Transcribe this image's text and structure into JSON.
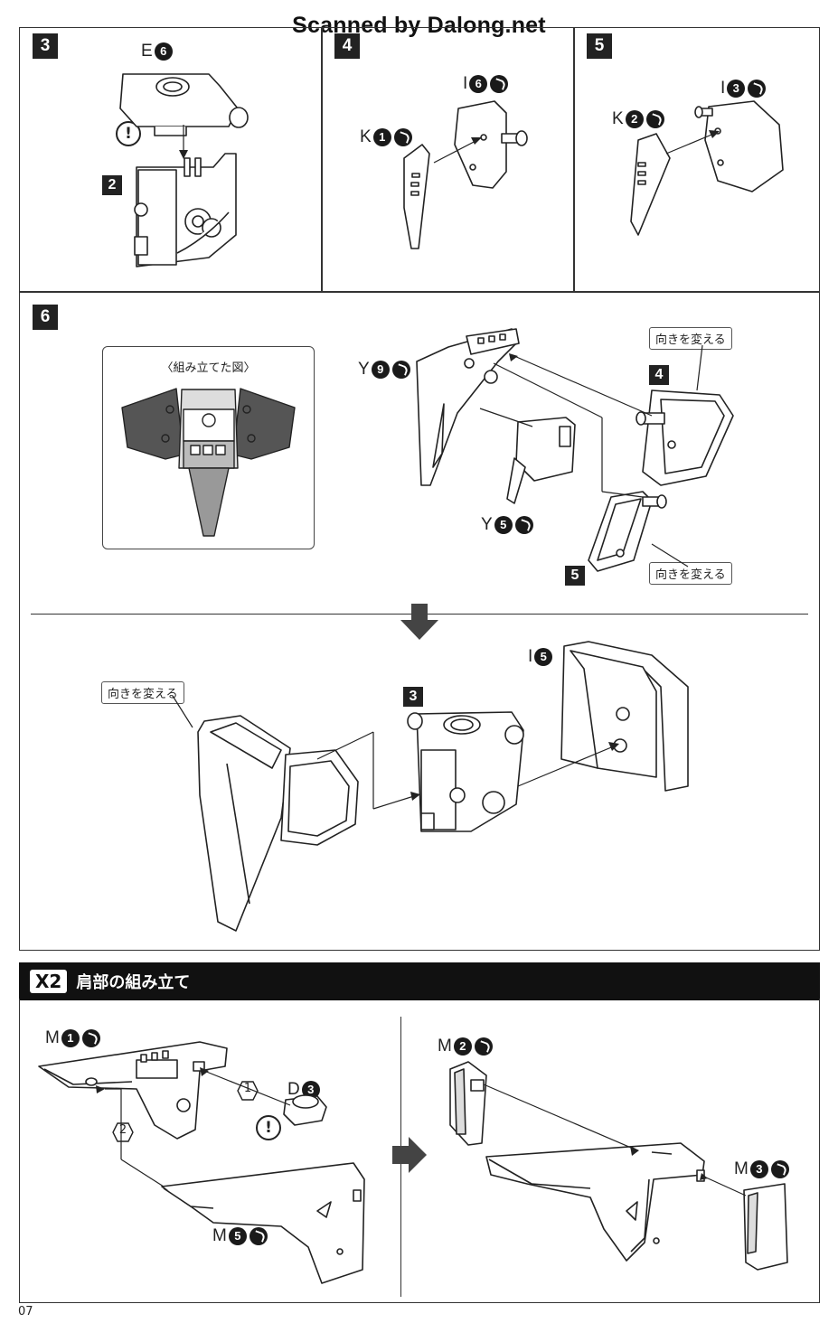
{
  "watermark": "Scanned by Dalong.net",
  "page_number": "07",
  "steps": {
    "s3": {
      "num": "3",
      "parts": [
        {
          "letter": "E",
          "num": "6"
        }
      ],
      "sub_num": "2"
    },
    "s4": {
      "num": "4",
      "parts": [
        {
          "letter": "I",
          "num": "6"
        },
        {
          "letter": "K",
          "num": "1"
        }
      ]
    },
    "s5": {
      "num": "5",
      "parts": [
        {
          "letter": "I",
          "num": "3"
        },
        {
          "letter": "K",
          "num": "2"
        }
      ]
    },
    "s6": {
      "num": "6",
      "assembled_view": "〈組み立てた図〉",
      "callout_turn": "向きを変える",
      "parts": [
        {
          "letter": "Y",
          "num": "9"
        },
        {
          "letter": "Y",
          "num": "5"
        },
        {
          "letter": "I",
          "num": "5"
        }
      ],
      "ref_4": "4",
      "ref_5": "5",
      "ref_3": "3"
    }
  },
  "section": {
    "badge": "X2",
    "title": "肩部の組み立て",
    "parts": [
      {
        "letter": "M",
        "num": "1"
      },
      {
        "letter": "D",
        "num": "3"
      },
      {
        "letter": "M",
        "num": "5"
      },
      {
        "letter": "M",
        "num": "2"
      },
      {
        "letter": "M",
        "num": "3"
      }
    ],
    "order_1": "1",
    "order_2": "2"
  },
  "icons": {
    "cut": "gate-cut-icon",
    "warn": "exclamation-warning-icon",
    "arrow": "down-arrow-icon",
    "next": "right-arrow-icon"
  }
}
